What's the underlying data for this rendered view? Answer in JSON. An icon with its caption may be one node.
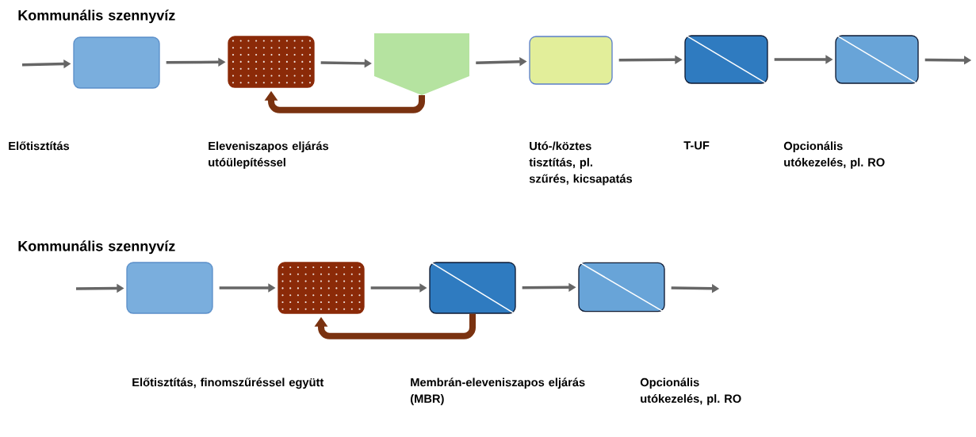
{
  "diagram": {
    "nodes": [
      {
        "text": [],
        "shape": "box"
      },
      {
        "text": [],
        "shape": "box"
      },
      {
        "text": [],
        "shape": "pentagon"
      },
      {
        "text": [],
        "shape": "box"
      },
      {
        "text": [],
        "shape": "box"
      },
      {
        "text": [],
        "shape": "box"
      },
      {
        "text": [],
        "shape": "box"
      },
      {
        "text": [],
        "shape": "box"
      },
      {
        "text": [],
        "shape": "box"
      },
      {
        "text": [],
        "shape": "box"
      }
    ],
    "edges": [
      {
        "from": null,
        "to": 0,
        "arrow": "to"
      },
      {
        "from": 0,
        "to": 1,
        "arrow": "to"
      },
      {
        "from": 1,
        "to": 2,
        "arrow": "to"
      },
      {
        "from": 2,
        "to": 3,
        "arrow": "to"
      },
      {
        "from": 3,
        "to": 4,
        "arrow": "to"
      },
      {
        "from": 4,
        "to": 5,
        "arrow": "to"
      },
      {
        "from": 5,
        "to": null,
        "arrow": "to"
      },
      {
        "from": 2,
        "to": 1,
        "arrow": "to",
        "style": "thick",
        "color": "#7a3210"
      },
      {
        "from": null,
        "to": 6,
        "arrow": "to"
      },
      {
        "from": 6,
        "to": 7,
        "arrow": "to"
      },
      {
        "from": 7,
        "to": 8,
        "arrow": "to"
      },
      {
        "from": 8,
        "to": 9,
        "arrow": "to"
      },
      {
        "from": 9,
        "to": null,
        "arrow": "to"
      },
      {
        "from": 8,
        "to": 7,
        "arrow": "to",
        "style": "thick",
        "color": "#7a3210"
      }
    ],
    "labels": [
      "Kommunális szennyvíz",
      "Előtisztítás",
      "Eleveniszapos eljárás utóülepítéssel",
      "Utó-/köztes tisztítás, pl. szűrés, kicsapatás",
      "T-UF",
      "Opcionális utókezelés, pl. RO",
      "Kommunális szennyvíz",
      "Előtisztítás, finomszűréssel együtt",
      "Membrán-eleveniszapos eljárás (MBR)",
      "Opcionális utókezelés, pl. RO"
    ]
  }
}
